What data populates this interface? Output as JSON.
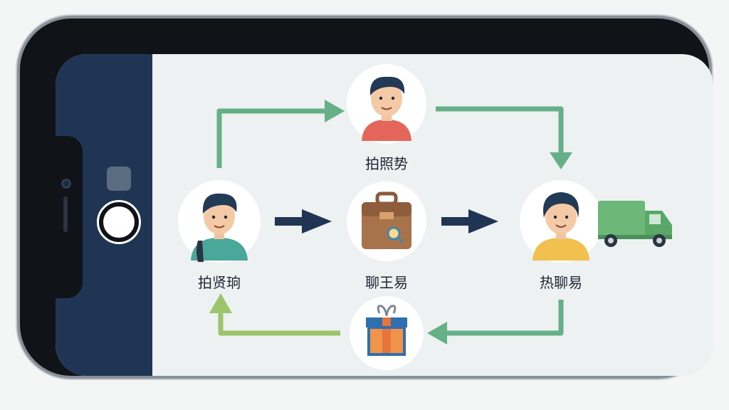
{
  "nodes": {
    "top": {
      "label": "拍照势"
    },
    "left": {
      "label": "拍贤珦"
    },
    "center": {
      "label": "聊王易"
    },
    "right": {
      "label": "热聊易"
    }
  },
  "colors": {
    "arrow_green": "#66b088",
    "arrow_lime": "#9cc46a",
    "arrow_navy": "#1f3553",
    "side_panel": "#1f3553",
    "screen_bg": "#edf1f1"
  }
}
